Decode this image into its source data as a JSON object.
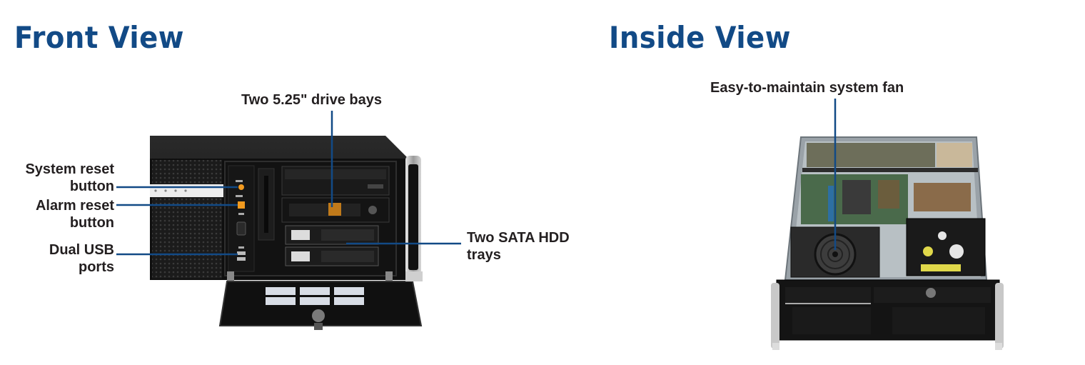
{
  "titles": {
    "front": "Front View",
    "inside": "Inside View"
  },
  "callouts": {
    "drive_bays": "Two 5.25\" drive bays",
    "system_reset": "System reset\nbutton",
    "alarm_reset": "Alarm reset\nbutton",
    "usb": "Dual USB\nports",
    "hdd_trays": "Two SATA HDD\ntrays",
    "system_fan": "Easy-to-maintain system fan"
  },
  "colors": {
    "title": "#124a86",
    "leader_line": "#124a86",
    "label_text": "#231f20",
    "chassis": "#111111",
    "reset_button": "#f29a1f"
  }
}
